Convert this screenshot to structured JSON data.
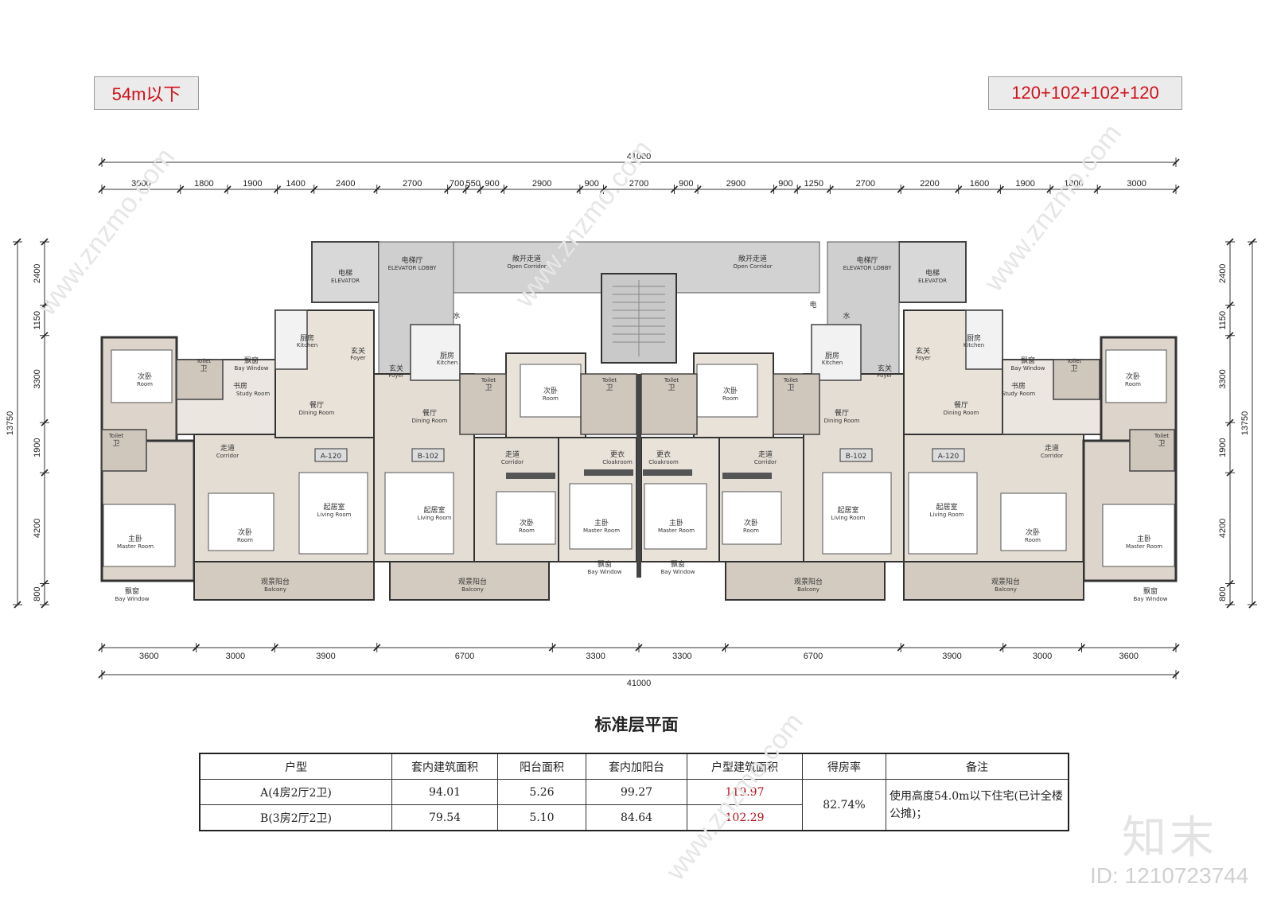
{
  "tags": {
    "left": "54m以下",
    "right": "120+102+102+120"
  },
  "dims": {
    "top_total": "41000",
    "top": [
      "3000",
      "1800",
      "1900",
      "1400",
      "2400",
      "2700",
      "700",
      "550",
      "900",
      "2900",
      "900",
      "2700",
      "900",
      "2900",
      "900",
      "1250",
      "2700",
      "2200",
      "1600",
      "1900",
      "1800",
      "3000"
    ],
    "bottom_total": "41000",
    "bottom": [
      "3600",
      "3000",
      "3900",
      "6700",
      "3300",
      "3300",
      "6700",
      "3900",
      "3000",
      "3600"
    ],
    "left": [
      "2400",
      "1150",
      "3300",
      "1900",
      "4200",
      "800"
    ],
    "left_total": "13750",
    "right": [
      "2400",
      "1150",
      "3300",
      "1900",
      "4200",
      "800"
    ],
    "right_total": "13750"
  },
  "rooms": {
    "elevator": "电梯",
    "elevator_en": "ELEVATOR",
    "elevator_lobby": "电梯厅",
    "elevator_lobby_en": "ELEVATOR LOBBY",
    "open_corridor": "敞开走道",
    "open_corridor_en": "Open Corridor",
    "water": "水",
    "electric": "电",
    "kitchen": "厨房",
    "kitchen_en": "Kitchen",
    "foyer": "玄关",
    "foyer_en": "Foyer",
    "second_bedroom": "次卧",
    "room_en": "Room",
    "toilet": "卫",
    "toilet_en": "Toilet",
    "bay_window": "飘窗",
    "bay_window_en": "Bay Window",
    "study": "书房",
    "study_en": "Study Room",
    "dining": "餐厅",
    "dining_en": "Dining Room",
    "corridor": "走道",
    "corridor_en": "Corridor",
    "living": "起居室",
    "living_en": "Living Room",
    "master": "主卧",
    "master_en": "Master Room",
    "cloak": "更衣",
    "cloak_en": "Cloakroom",
    "balcony": "观景阳台",
    "balcony_en": "Balcony",
    "unit_a": "A-120",
    "unit_b": "B-102"
  },
  "plan_title": "标准层平面",
  "table": {
    "headers": [
      "户型",
      "套内建筑面积",
      "阳台面积",
      "套内加阳台",
      "户型建筑面积",
      "得房率",
      "备注"
    ],
    "rows": [
      {
        "type": "A(4房2厅2卫)",
        "inner": "94.01",
        "balcony": "5.26",
        "inner_plus": "99.27",
        "gross": "119.97"
      },
      {
        "type": "B(3房2厅2卫)",
        "inner": "79.54",
        "balcony": "5.10",
        "inner_plus": "84.64",
        "gross": "102.29"
      }
    ],
    "ratio": "82.74%",
    "note": "使用高度54.0m以下住宅(已计全楼公摊)；"
  },
  "watermark": {
    "brand": "知末",
    "id": "ID: 1210723744",
    "url": "www.znzmo.com"
  }
}
